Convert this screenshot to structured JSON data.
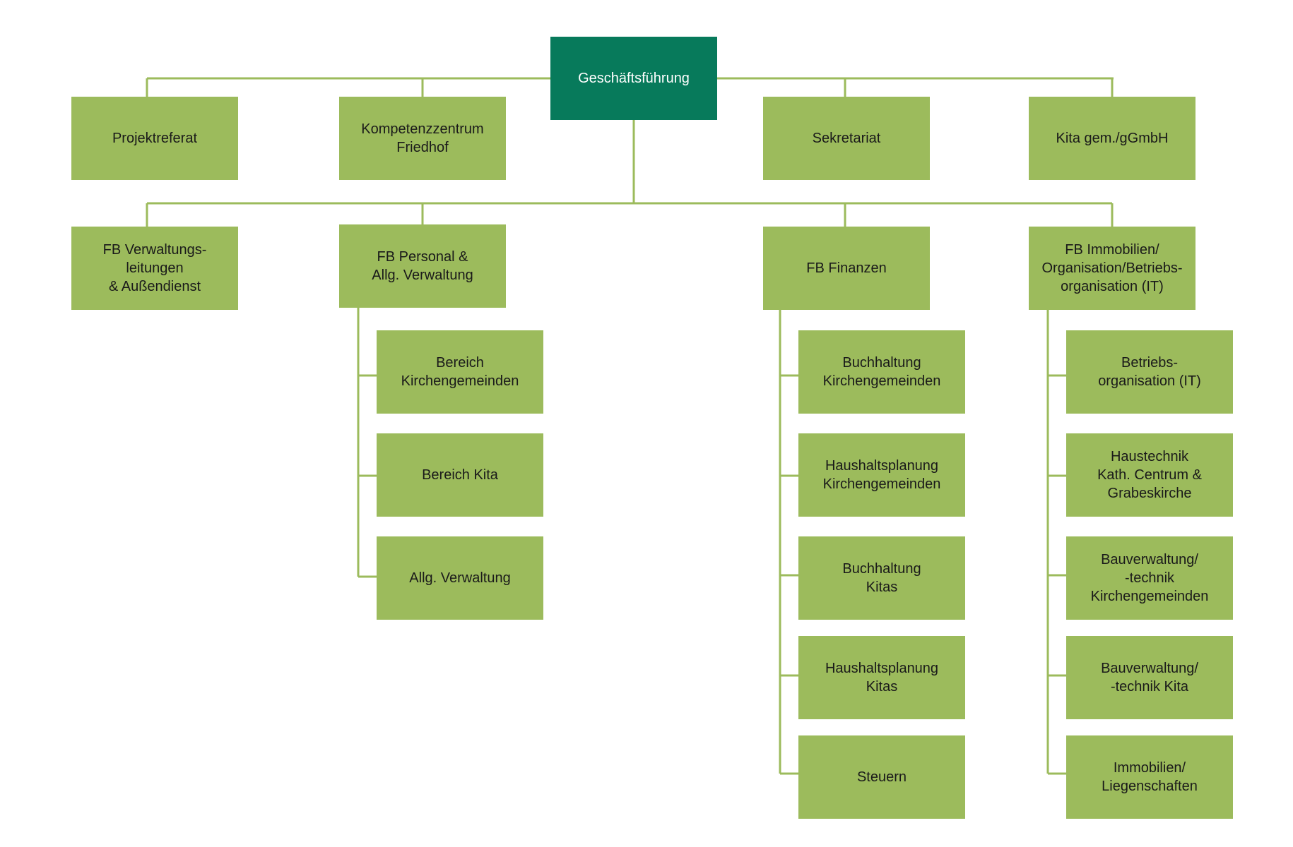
{
  "colors": {
    "root": "#077a5b",
    "node": "#9cbb5c",
    "connector": "#9cbb5c"
  },
  "root": "Geschäftsführung",
  "staff": [
    "Projektreferat",
    "Kompetenzzentrum\nFriedhof",
    "Sekretariat",
    "Kita gem./gGmbH"
  ],
  "departments": [
    "FB Verwaltungs-\nleitungen\n& Außendienst",
    "FB Personal &\nAllg. Verwaltung",
    "FB Finanzen",
    "FB Immobilien/\nOrganisation/Betriebs-\norganisation (IT)"
  ],
  "personal_units": [
    "Bereich\nKirchengemeinden",
    "Bereich Kita",
    "Allg. Verwaltung"
  ],
  "finanzen_units": [
    "Buchhaltung\nKirchengemeinden",
    "Haushaltsplanung\nKirchengemeinden",
    "Buchhaltung\nKitas",
    "Haushaltsplanung\nKitas",
    "Steuern"
  ],
  "immobilien_units": [
    "Betriebs-\norganisation (IT)",
    "Haustechnik\nKath. Centrum &\nGrabeskirche",
    "Bauverwaltung/\n-technik\nKirchengemeinden",
    "Bauverwaltung/\n-technik Kita",
    "Immobilien/\nLiegenschaften"
  ]
}
